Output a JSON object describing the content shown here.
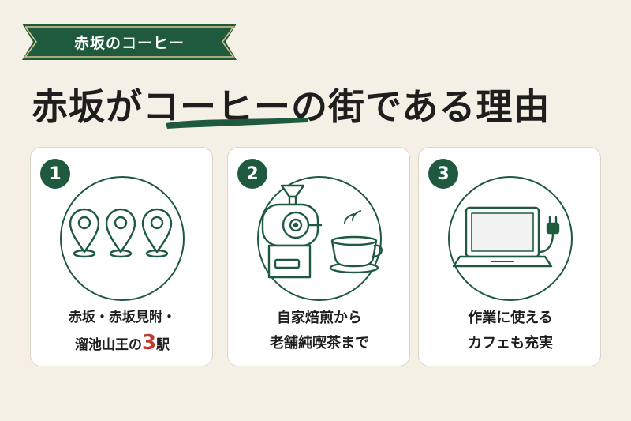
{
  "tag": {
    "label": "赤坂のコーヒー"
  },
  "headline": {
    "part1": "赤坂が",
    "highlight": "コーヒー",
    "part2": "の街である理由"
  },
  "colors": {
    "background": "#f5f0e6",
    "accent_green": "#1f5a3f",
    "accent_red": "#c0392b",
    "card_border": "#ddd4c4"
  },
  "cards": [
    {
      "number": "1",
      "icon": "map-pin-icons",
      "line1": "赤坂・赤坂見附・",
      "line2_before": "溜池山王の",
      "line2_number": "3",
      "line2_after": "駅"
    },
    {
      "number": "2",
      "icon": "coffee-roaster-and-cup-icon",
      "line1": "自家焙煎から",
      "line2": "老舗純喫茶まで"
    },
    {
      "number": "3",
      "icon": "laptop-with-plug-icon",
      "line1": "作業に使える",
      "line2": "カフェも充実"
    }
  ]
}
